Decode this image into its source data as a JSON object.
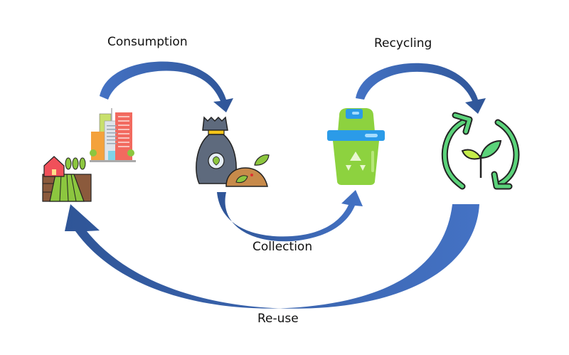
{
  "diagram": {
    "type": "circular-economy-flow",
    "labels": {
      "consumption": "Consumption",
      "recycling": "Recycling",
      "collection": "Collection",
      "reuse": "Re-use"
    },
    "nodes": [
      {
        "id": "farm-city",
        "icon": "farm-and-city-icon"
      },
      {
        "id": "waste-bag",
        "icon": "compost-bag-icon"
      },
      {
        "id": "recycle-bin",
        "icon": "recycle-bin-icon"
      },
      {
        "id": "renew",
        "icon": "sprout-cycle-icon"
      }
    ],
    "edges": [
      {
        "from": "farm-city",
        "to": "waste-bag",
        "label": "Consumption"
      },
      {
        "from": "waste-bag",
        "to": "recycle-bin",
        "label": "Collection"
      },
      {
        "from": "recycle-bin",
        "to": "renew",
        "label": "Recycling"
      },
      {
        "from": "renew",
        "to": "farm-city",
        "label": "Re-use"
      }
    ],
    "colors": {
      "arrow": "#4472c4",
      "arrow_dark": "#2f5597",
      "background": "#ffffff"
    }
  }
}
